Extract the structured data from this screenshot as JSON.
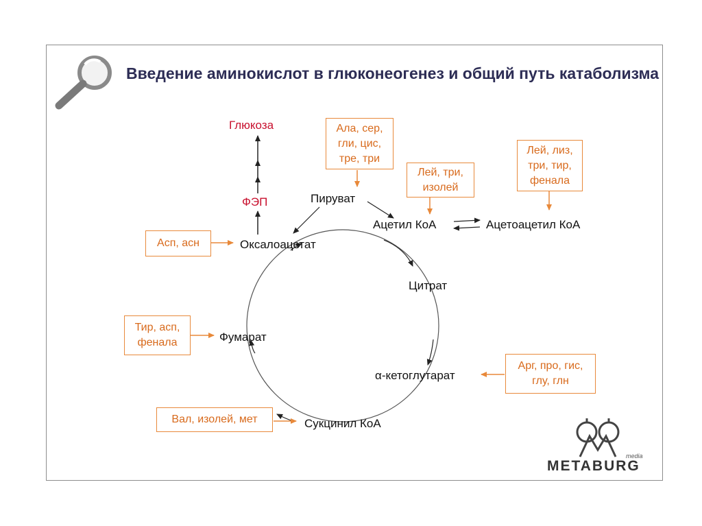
{
  "title": "Введение аминокислот в глюконеогенез и общий путь катаболизма",
  "nodes": {
    "glucose": "Глюкоза",
    "pep": "ФЭП",
    "pyruvate": "Пируват",
    "acetyl_coa": "Ацетил КоА",
    "acetoacetyl_coa": "Ацетоацетил КоА",
    "oxaloacetate": "Оксалоацетат",
    "citrate": "Цитрат",
    "fumarate": "Фумарат",
    "alpha_ketoglutarate": "α-кетоглутарат",
    "succinyl_coa": "Сукцинил КоА"
  },
  "amino_boxes": {
    "to_pyruvate": [
      "Ала, сер,",
      "гли, цис,",
      "тре, три"
    ],
    "to_acetyl_coa": [
      "Лей, три,",
      "изолей"
    ],
    "to_acetoacetyl_coa": [
      "Лей, лиз,",
      "три, тир,",
      "фенала"
    ],
    "to_oxaloacetate": [
      "Асп, асн"
    ],
    "to_fumarate": [
      "Тир, асп,",
      "фенала"
    ],
    "to_alpha_ketoglutarate": [
      "Арг, про, гис,",
      "глу, глн"
    ],
    "to_succinyl_coa": [
      "Вал, изолей, мет"
    ]
  },
  "logo": {
    "brand": "METABURG",
    "sub": "media"
  },
  "colors": {
    "amino_box": "#e8893a",
    "glucose": "#c8102e",
    "title": "#2d2d55"
  }
}
